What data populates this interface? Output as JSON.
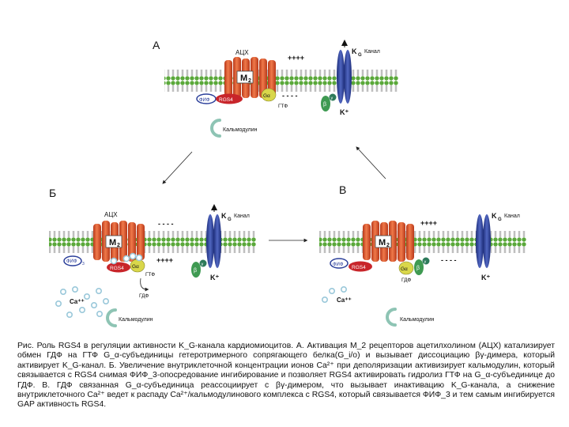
{
  "colors": {
    "lipid_head": "#5aa83a",
    "receptor": "#e2562c",
    "channel": "#2b3f9a",
    "g_alpha": "#d9d74a",
    "g_beta": "#3f9a52",
    "g_gamma": "#2d7a5a",
    "rgs4": "#c8252a",
    "pip2": "#2b3f9a",
    "calmodulin": "#8ec4b4",
    "calcium": "#9ac8da"
  },
  "panel_a": {
    "letter": "А",
    "ach": "АЦХ",
    "m2": "M",
    "m2_sub": "2",
    "k_channel": "K",
    "k_channel_sub": "G",
    "k_channel_word": "Канал",
    "charge_top": "++++",
    "charge_bottom": "- - - -",
    "pip": "ФИФ",
    "rgs4": "RGS4",
    "g_alpha": "Gα",
    "beta": "β",
    "gamma": "γ",
    "gtp": "ГТФ",
    "k_ion": "K⁺",
    "calmodulin": "Кальмодулин"
  },
  "panel_b": {
    "letter": "Б",
    "ach": "АЦХ",
    "m2": "M",
    "m2_sub": "2",
    "k_channel": "K",
    "k_channel_sub": "G",
    "k_channel_word": "Канал",
    "charge_top": "- - - -",
    "charge_bottom": "++++",
    "pip": "ФИФ",
    "pip_sub": "3",
    "rgs4": "RGS4",
    "g_alpha": "Gα",
    "beta": "β",
    "gamma": "γ",
    "gtp": "ГТФ",
    "gdp": "ГДФ",
    "k_ion": "K⁺",
    "ca_ion": "Ca⁺⁺",
    "calmodulin": "Кальмодулин"
  },
  "panel_c": {
    "letter": "В",
    "m2": "M",
    "m2_sub": "2",
    "k_channel": "K",
    "k_channel_sub": "G",
    "k_channel_word": "Канал",
    "charge_top": "++++",
    "charge_bottom": "- - - -",
    "pip": "ФИФ",
    "rgs4": "RGS4",
    "g_alpha": "Gα",
    "beta": "β",
    "gamma": "γ",
    "gdp": "ГДФ",
    "k_ion": "K⁺",
    "ca_ion": "Ca⁺⁺",
    "calmodulin": "Кальмодулин"
  },
  "caption": "Рис. Роль RGS4 в регуляции активности K_G-канала кардиомиоцитов. А. Активация M_2 рецепторов ацетилхолином (АЦХ) катализирует обмен ГДФ на ГТФ G_α-субъединицы гетеротримерного сопрягающего белка(G_i/o) и вызывает диссоциацию βγ-димера, который активирует K_G-канал. Б. Увеличение внутриклеточной концентрации ионов Ca²⁺ при деполяризации активизирует кальмодулин, который связывается с RGS4 снимая ФИФ_3-опосредование ингибирование и позволяет RGS4 активировать гидролиз ГТФ на G_α-субъединице до ГДФ. В. ГДФ связанная G_α-субъединица реассоциирует с βγ-димером, что вызывает инактивацию K_G-канала, а снижение внутриклеточного Ca²⁺ ведет к распаду Ca²⁺/кальмодулинового комплекса с RGS4, который связывается ФИФ_3 и тем самым ингибируется GAP активность RGS4."
}
